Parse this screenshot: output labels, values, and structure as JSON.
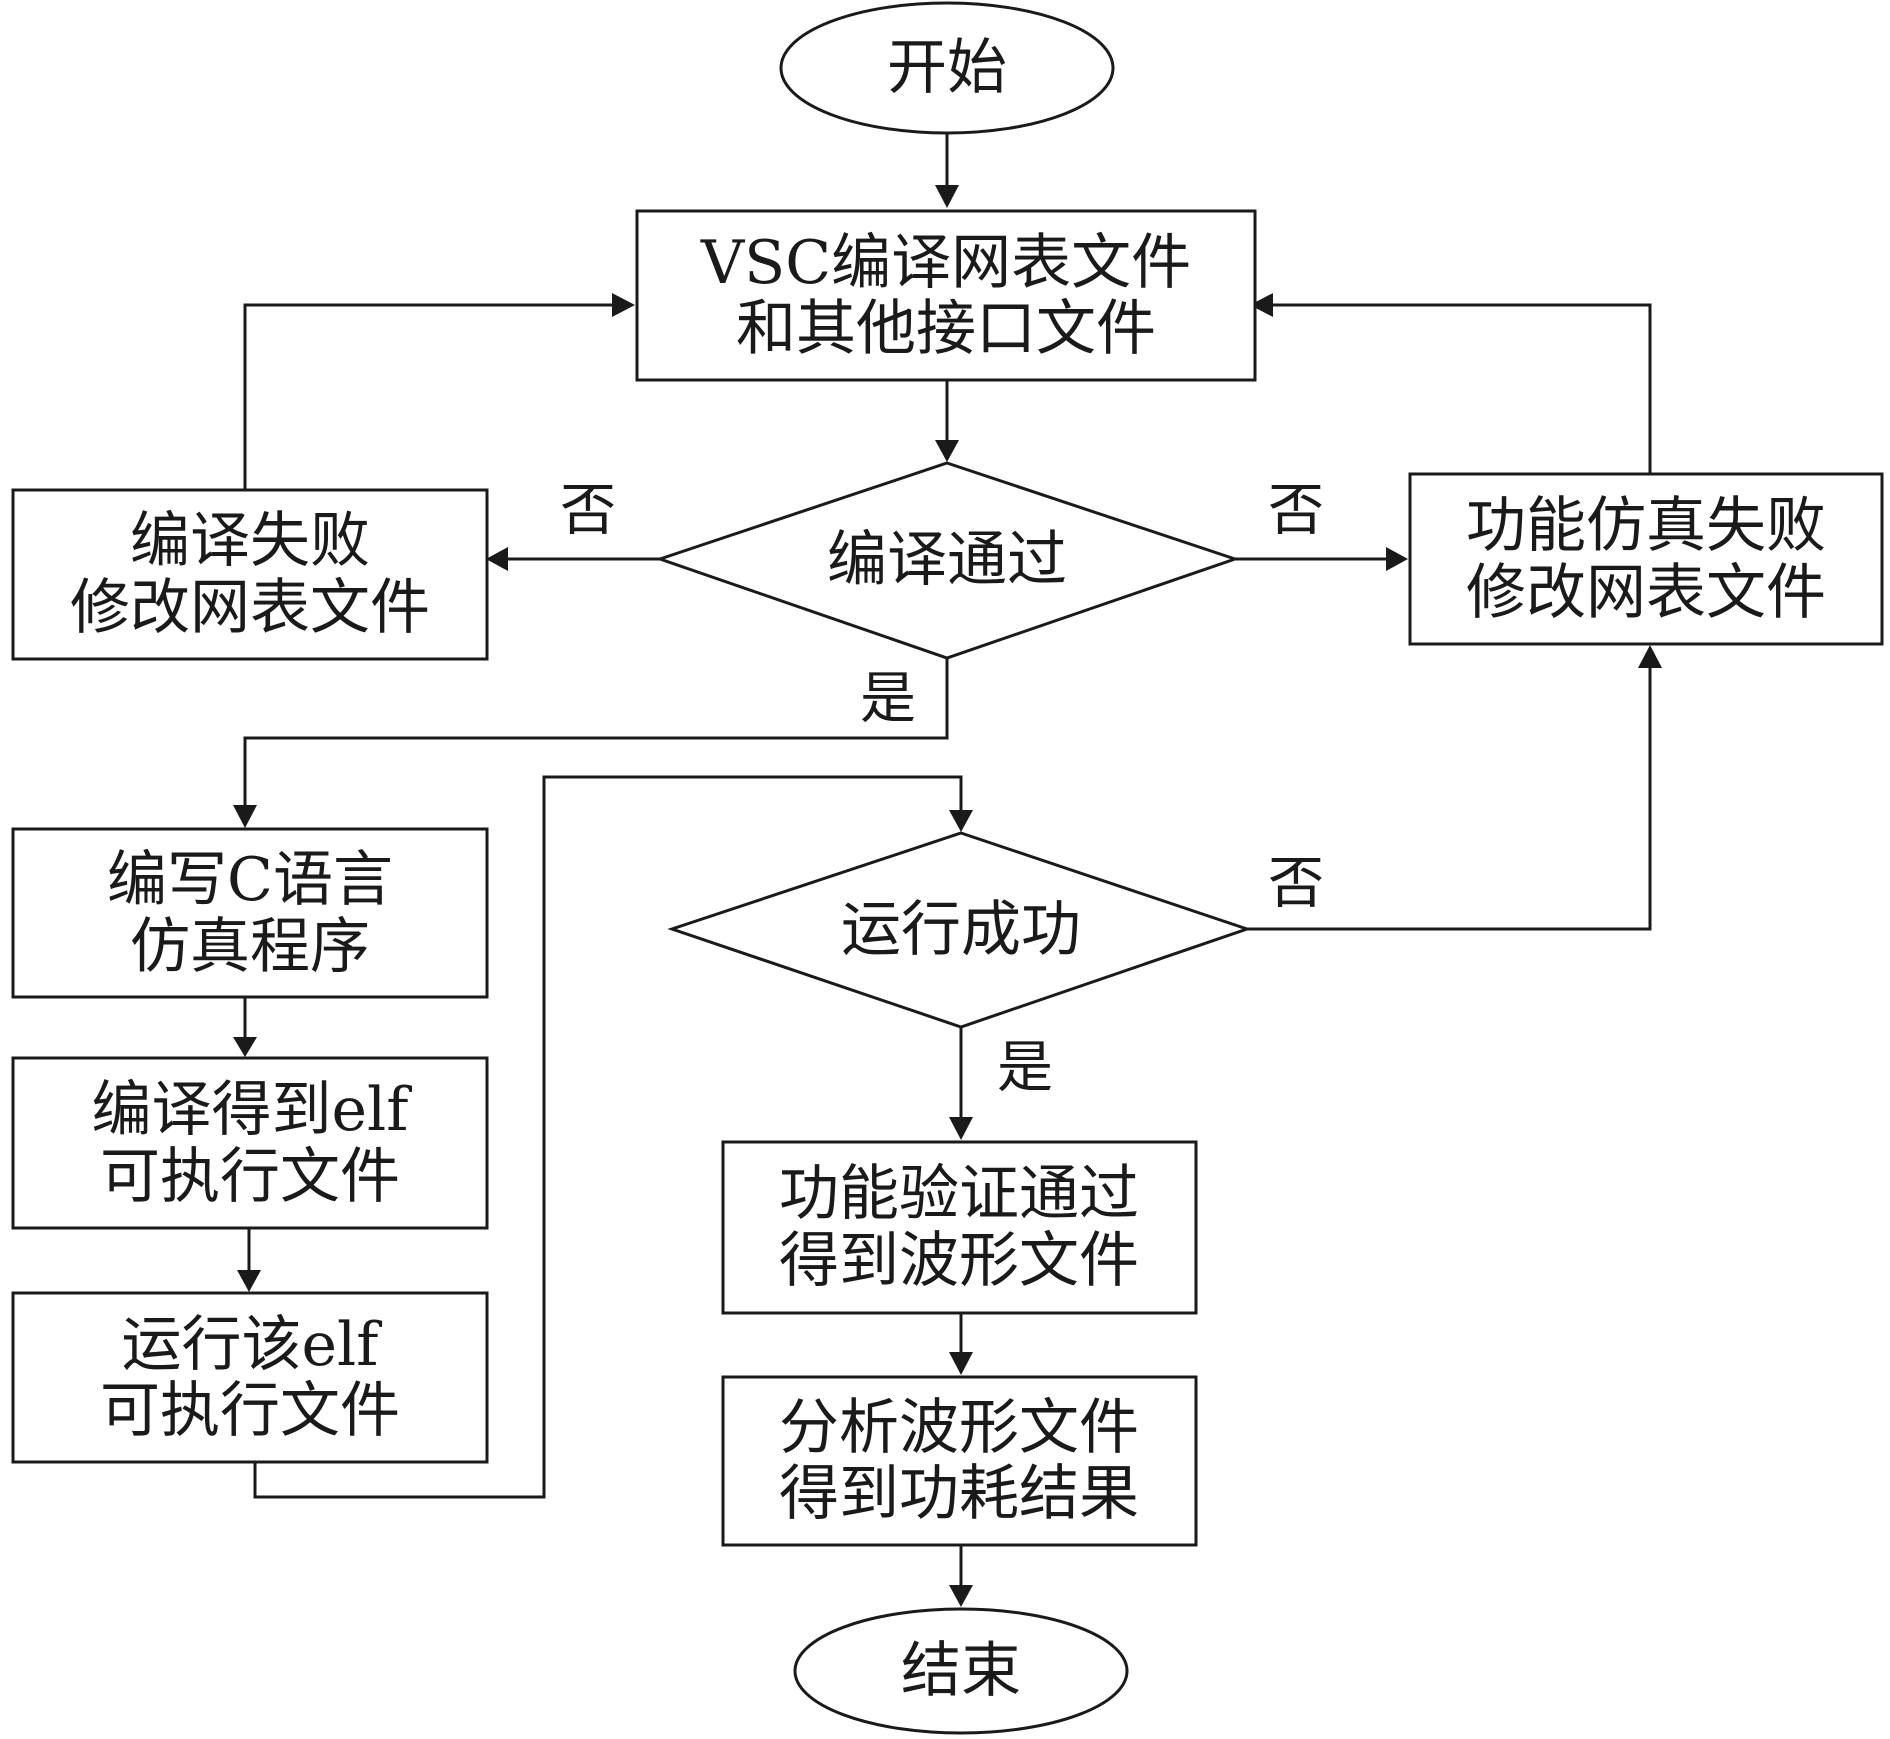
{
  "nodes": {
    "start": {
      "text": "开始"
    },
    "compile_netlist": {
      "line1": "VSC编译网表文件",
      "line2": "和其他接口文件"
    },
    "compile_pass": {
      "text": "编译通过"
    },
    "compile_fail": {
      "line1": "编译失败",
      "line2": "修改网表文件"
    },
    "func_sim_fail": {
      "line1": "功能仿真失败",
      "line2": "修改网表文件"
    },
    "write_c": {
      "line1": "编写C语言",
      "line2": "仿真程序"
    },
    "compile_elf": {
      "line1": "编译得到elf",
      "line2": "可执行文件"
    },
    "run_elf": {
      "line1": "运行该elf",
      "line2": "可执行文件"
    },
    "run_success": {
      "text": "运行成功"
    },
    "verify_pass": {
      "line1": "功能验证通过",
      "line2": "得到波形文件"
    },
    "analyze": {
      "line1": "分析波形文件",
      "line2": "得到功耗结果"
    },
    "end": {
      "text": "结束"
    }
  },
  "edge_labels": {
    "compile_no_left": "否",
    "compile_no_right": "否",
    "compile_yes": "是",
    "run_no": "否",
    "run_yes": "是"
  }
}
